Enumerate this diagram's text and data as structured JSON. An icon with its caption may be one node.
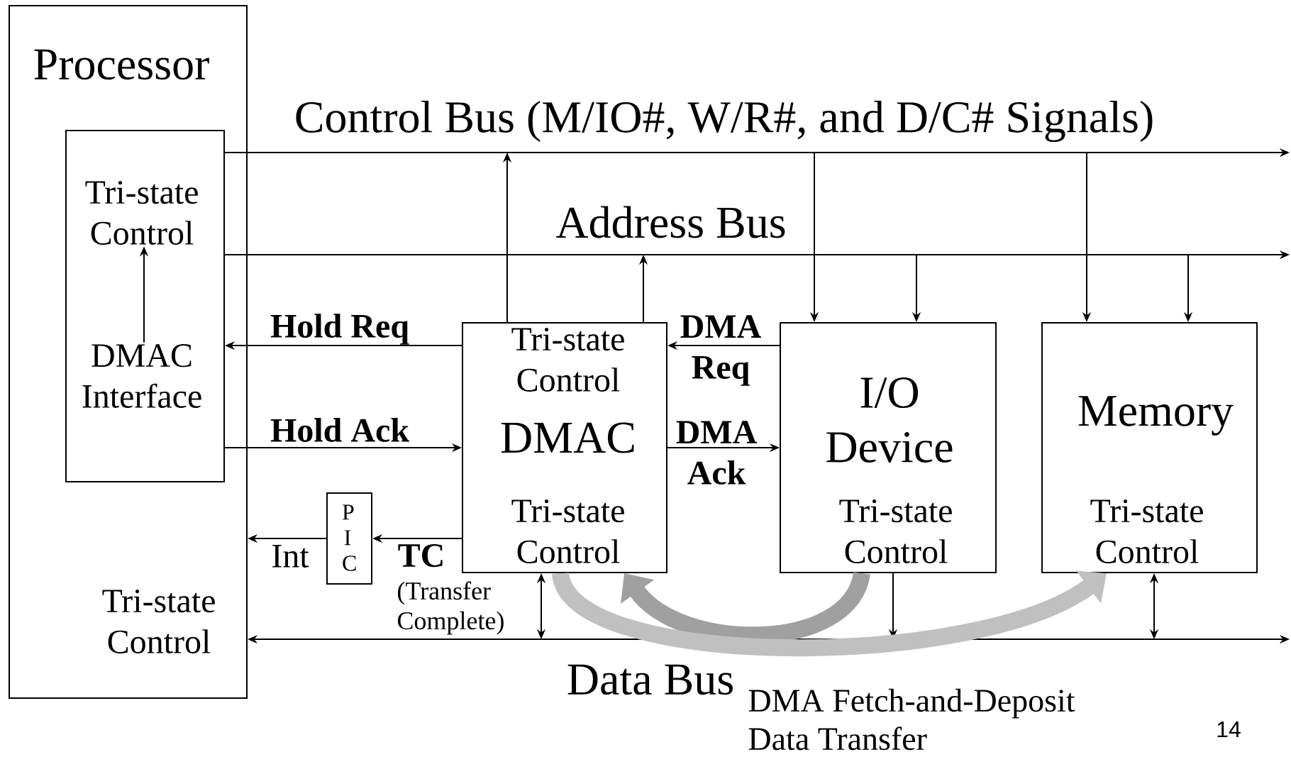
{
  "diagram": {
    "nodes": [
      {
        "text": [
          "Processor",
          "Tri-state Control"
        ]
      },
      {
        "text": [],
        "shape": "box",
        "in": 0
      },
      {
        "text": [
          "Tri-state Control"
        ],
        "in": 1
      },
      {
        "text": [
          "DMAC Interface"
        ],
        "in": 1
      },
      {
        "text": [
          "P I C"
        ]
      },
      {
        "text": [
          "Tri-state Control",
          "DMAC",
          "Tri-state Control"
        ]
      },
      {
        "text": [
          "I/O Device",
          "Tri-state Control"
        ]
      },
      {
        "text": [
          "Memory",
          "Tri-state Control"
        ]
      }
    ],
    "edges": [
      {
        "from": 1,
        "to": null,
        "arrow": "to",
        "label": "Control Bus (M/IO#, W/R#, and D/C# Signals)"
      },
      {
        "from": 1,
        "to": null,
        "arrow": "to",
        "label": "Address Bus"
      },
      {
        "from": 0,
        "to": null,
        "arrow": "both",
        "label": "Data Bus"
      },
      {
        "from": 5,
        "to": null,
        "arrow": "to"
      },
      {
        "from": 5,
        "to": null,
        "arrow": "to"
      },
      {
        "from": null,
        "to": 6,
        "arrow": "to"
      },
      {
        "from": null,
        "to": 6,
        "arrow": "to"
      },
      {
        "from": null,
        "to": 7,
        "arrow": "to"
      },
      {
        "from": null,
        "to": 7,
        "arrow": "to"
      },
      {
        "from": 3,
        "to": 2,
        "arrow": "to"
      },
      {
        "from": 5,
        "to": 1,
        "arrow": "to",
        "label": "Hold Req"
      },
      {
        "from": 1,
        "to": 5,
        "arrow": "to",
        "label": "Hold Ack"
      },
      {
        "from": 6,
        "to": 5,
        "arrow": "to",
        "label": "DMA Req"
      },
      {
        "from": 5,
        "to": 6,
        "arrow": "to",
        "label": "DMA Ack"
      },
      {
        "from": 5,
        "to": 4,
        "arrow": "to",
        "label": "TC"
      },
      {
        "from": 4,
        "to": 0,
        "arrow": "to",
        "label": "Int"
      },
      {
        "from": 5,
        "to": null,
        "arrow": "both"
      },
      {
        "from": 6,
        "to": null,
        "arrow": "to"
      },
      {
        "from": 7,
        "to": null,
        "arrow": "both"
      },
      {
        "from": 6,
        "to": 5,
        "arrow": "to",
        "style": "thick",
        "color": "#a0a0a0"
      },
      {
        "from": 5,
        "to": 7,
        "arrow": "to",
        "style": "thick",
        "color": "#c0c0c0"
      }
    ],
    "labels": [
      "(Transfer Complete)",
      "DMA Fetch-and-Deposit Data Transfer",
      "14"
    ]
  }
}
